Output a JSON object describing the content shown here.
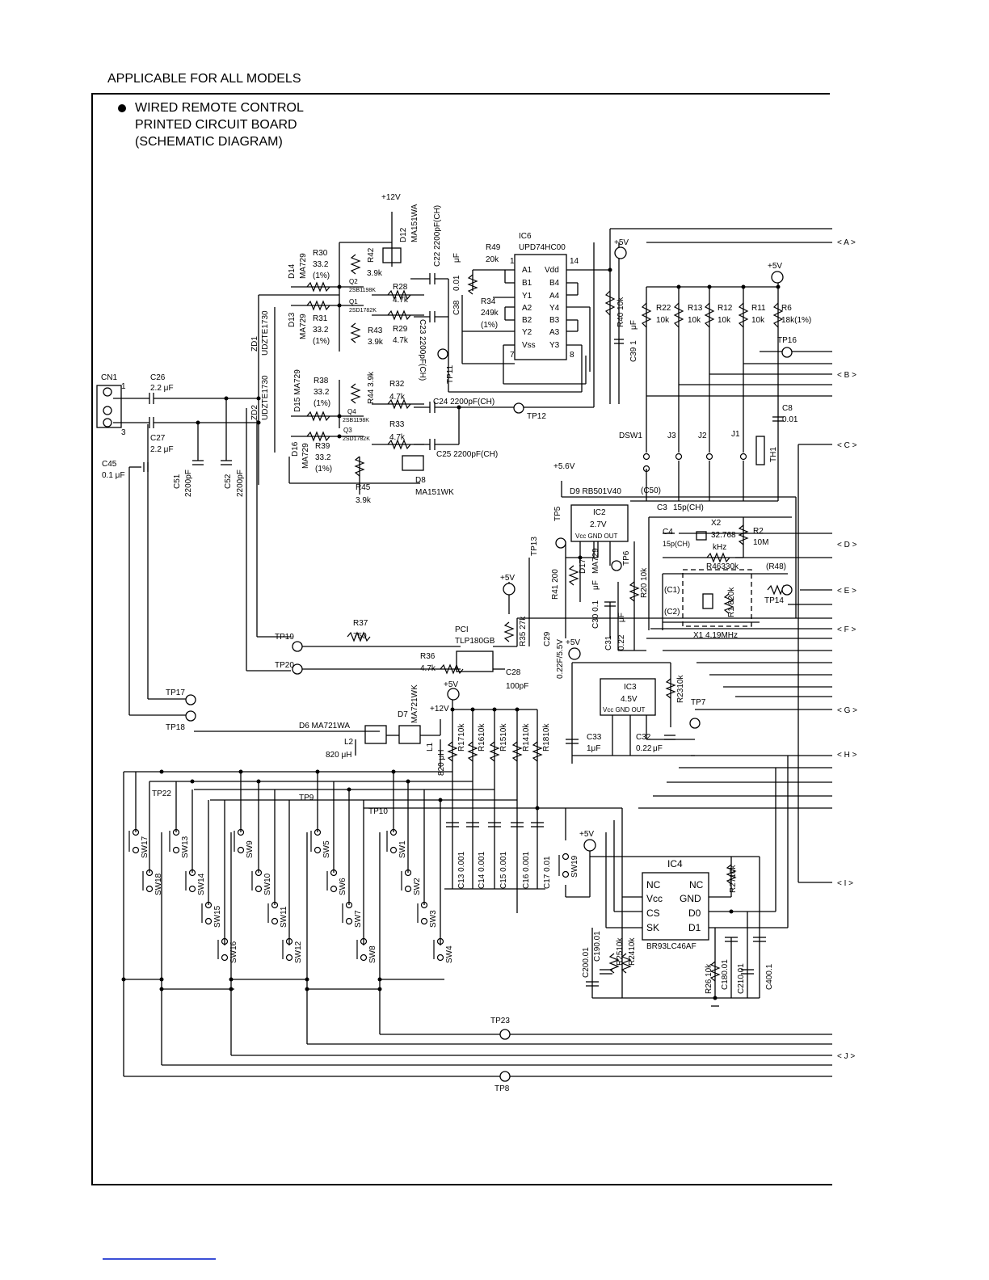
{
  "header": {
    "title": "APPLICABLE FOR ALL MODELS"
  },
  "board_title": [
    "WIRED REMOTE CONTROL",
    "PRINTED CIRCUIT BOARD",
    "(SCHEMATIC DIAGRAM)"
  ],
  "connectors": [
    "< A >",
    "< B >",
    "< C >",
    "< D >",
    "< E >",
    "< F >",
    "< G >",
    "< H >",
    "< I >",
    "< J >"
  ],
  "labels": {
    "plus12v": "+12V",
    "plus5v": "+5V",
    "plus56v": "+5.6V",
    "cn1": "CN1",
    "cn1_p1": "1",
    "cn1_p3": "3",
    "c26": "C26",
    "c26_val": "2.2 μF",
    "c27": "C27",
    "c27_val": "2.2 μF",
    "c45": "C45",
    "c45_val": "0.1 μF",
    "c51": "C51",
    "c51_val": "2200pF",
    "c52": "C52",
    "c52_val": "2200pF",
    "zd1": "ZD1",
    "zd1_part": "UDZTE1730",
    "zd2": "ZD2",
    "zd2_part": "UDZTE1730",
    "d14": "D14",
    "d13": "D13",
    "d15": "D15 MA729",
    "d16": "D16",
    "ma729": "MA729",
    "r30": "R30",
    "r31": "R31",
    "r38": "R38",
    "r39": "R39",
    "v332": "33.2",
    "pct1": "(1%)",
    "q1": "Q1",
    "q2": "Q2",
    "q3": "Q3",
    "q4": "Q4",
    "q_sb": "2SB1198K",
    "q_sd": "2SD1782K",
    "r42": "R42",
    "r43": "R43",
    "r44": "R44 3.9k",
    "r45": "R45",
    "k39": "3.9k",
    "r28": "R28",
    "r29": "R29",
    "r32": "R32",
    "r33": "R33",
    "k47": "4.7k",
    "d12": "D12",
    "ma151wa": "MA151WA",
    "d8": "D8",
    "ma151wk": "MA151WK",
    "c22": "C22 2200pF(CH)",
    "c23": "C23 2200pF(CH)",
    "c24": "C24 2200pF(CH)",
    "c25": "C25 2200pF(CH)",
    "ic6": "IC6",
    "ic6_part": "UPD74HC00",
    "r49": "R49",
    "r49_val": "20k",
    "r34": "R34",
    "r34_val": "249k",
    "r34_pct": "(1%)",
    "c38": "C38",
    "c38_val": "0.01",
    "uf": "μF",
    "pin_a1": "A1",
    "pin_b1": "B1",
    "pin_y1": "Y1",
    "pin_a2": "A2",
    "pin_b2": "B2",
    "pin_y2": "Y2",
    "pin_vss": "Vss",
    "pin_vdd": "Vdd",
    "pin_b4": "B4",
    "pin_a4": "A4",
    "pin_y4": "Y4",
    "pin_b3": "B3",
    "pin_a3": "A3",
    "pin_y3": "Y3",
    "n1": "1",
    "n7": "7",
    "n8": "8",
    "n14": "14",
    "r40": "R40 10k",
    "c39": "C39 1",
    "r22": "R22",
    "r13": "R13",
    "r12": "R12",
    "r11": "R11",
    "r6": "R6",
    "r6_val": "18k(1%)",
    "k10": "10k",
    "tp16": "TP16",
    "c8": "C8",
    "c8_val": "0.01",
    "dsw1": "DSW1",
    "j3": "J3",
    "j2": "J2",
    "j1": "J1",
    "th1": "TH1",
    "tp11": "TP11",
    "tp12": "TP12",
    "tp13": "TP13",
    "d9": "D9 RB501V40",
    "c50": "(C50)",
    "tp5": "TP5",
    "tp6": "TP6",
    "ic2": "IC2",
    "ic2_val": "2.7V",
    "ic2_pins": "Vcc GND OUT",
    "c3": "C3",
    "c3_val": "15p(CH)",
    "c4": "C4",
    "c4_val": "15p(CH)",
    "x2": "X2",
    "x2_val": "32.768",
    "khz": "kHz",
    "r2": "R2",
    "r2_val": "10M",
    "r46": "R46330k",
    "r48": "(R48)",
    "c1": "(C1)",
    "c2": "(C2)",
    "r1": "R1 820k",
    "x1": "X1 4.19MHz",
    "tp14": "TP14",
    "r41": "R41 200",
    "d17": "D17",
    "d17_part": "MA729",
    "c30": "C30 0.1",
    "r20": "R20 10k",
    "c31": "C31",
    "c31_val": "0.22",
    "c29": "C29",
    "c29_val": "0.22F/5.5V",
    "pc1": "PCI",
    "pc1_part": "TLP180GB",
    "r35": "R35 27k",
    "r37": "R37",
    "r37_val": "750",
    "r36": "R36",
    "r36_val": "4.7k",
    "c28": "C28",
    "c28_val": "100pF",
    "tp19": "TP19",
    "tp20": "TP20",
    "tp17": "TP17",
    "tp18": "TP18",
    "ic3": "IC3",
    "ic3_val": "4.5V",
    "ic3_pins": "Vcc GND OUT",
    "r23": "R2310k",
    "tp7": "TP7",
    "c33": "C33",
    "c33_val": "1μF",
    "c32": "C32",
    "c32_val": "0.22",
    "d6": "D6 MA721WA",
    "d7": "D7",
    "d7_part": "MA721WK",
    "l2": "L2",
    "l2_val": "820 μH",
    "l1": "L1",
    "l1_val": "820 μH",
    "r17": "R1710k",
    "r16": "R1610k",
    "r15": "R1510k",
    "r14": "R1410k",
    "r18": "R1810k",
    "tp22": "TP22",
    "tp9": "TP9",
    "tp10": "TP10",
    "tp23": "TP23",
    "tp8": "TP8",
    "c13": "C13 0.001",
    "c14": "C14 0.001",
    "c15": "C15 0.001",
    "c16": "C16 0.001",
    "c17": "C17 0.01",
    "sw1": "SW1",
    "sw2": "SW2",
    "sw3": "SW3",
    "sw4": "SW4",
    "sw5": "SW5",
    "sw6": "SW6",
    "sw7": "SW7",
    "sw8": "SW8",
    "sw9": "SW9",
    "sw10": "SW10",
    "sw11": "SW11",
    "sw12": "SW12",
    "sw13": "SW13",
    "sw14": "SW14",
    "sw15": "SW15",
    "sw16": "SW16",
    "sw17": "SW17",
    "sw18": "SW18",
    "sw19": "SW19",
    "ic4": "IC4",
    "ic4_part": "BR93LC46AF",
    "pin_nc": "NC",
    "pin_vcc": "Vcc",
    "pin_cs": "CS",
    "pin_sk": "SK",
    "pin_gnd": "GND",
    "pin_d0": "D0",
    "pin_d1": "D1",
    "r27": "R2710k",
    "r25": "R2510k",
    "r24": "R2410k",
    "r26": "R26 10k",
    "c20": "C200.01",
    "c19": "C190.01",
    "c18": "C180.01",
    "c21": "C210.01",
    "c40": "C400.1"
  }
}
